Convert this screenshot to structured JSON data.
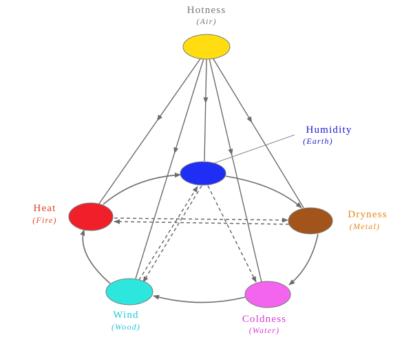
{
  "nodes": {
    "hotness": {
      "name": "Hotness",
      "element": "(Air)",
      "fill": "#ffdd11",
      "text_color": "#777777"
    },
    "humidity": {
      "name": "Humidity",
      "element": "(Earth)",
      "fill": "#1f2ef5",
      "text_color": "#1818c8"
    },
    "heat": {
      "name": "Heat",
      "element": "(Fire)",
      "fill": "#f0202a",
      "text_color": "#e0401e"
    },
    "dryness": {
      "name": "Dryness",
      "element": "(Metal)",
      "fill": "#a3541a",
      "text_color": "#e8871a"
    },
    "wind": {
      "name": "Wind",
      "element": "(Wood)",
      "fill": "#2de7df",
      "text_color": "#20c8d6"
    },
    "coldness": {
      "name": "Coldness",
      "element": "(Water)",
      "fill": "#f364ef",
      "text_color": "#d83ad6"
    }
  },
  "colors": {
    "edge": "#6b6b6b",
    "node_stroke": "#7a7a7a"
  },
  "edges": {
    "radiating": [
      {
        "from": "hotness",
        "to": "heat"
      },
      {
        "from": "hotness",
        "to": "wind"
      },
      {
        "from": "hotness",
        "to": "humidity"
      },
      {
        "from": "hotness",
        "to": "coldness"
      },
      {
        "from": "hotness",
        "to": "dryness"
      }
    ],
    "cycle": [
      {
        "from": "humidity",
        "to": "dryness"
      },
      {
        "from": "dryness",
        "to": "coldness"
      },
      {
        "from": "coldness",
        "to": "wind"
      },
      {
        "from": "wind",
        "to": "heat"
      },
      {
        "from": "heat",
        "to": "humidity"
      }
    ],
    "dashed": [
      {
        "from": "heat",
        "to": "dryness"
      },
      {
        "from": "dryness",
        "to": "heat"
      },
      {
        "from": "humidity",
        "to": "coldness"
      },
      {
        "from": "wind",
        "to": "humidity"
      },
      {
        "from": "humidity",
        "to": "wind"
      }
    ]
  }
}
